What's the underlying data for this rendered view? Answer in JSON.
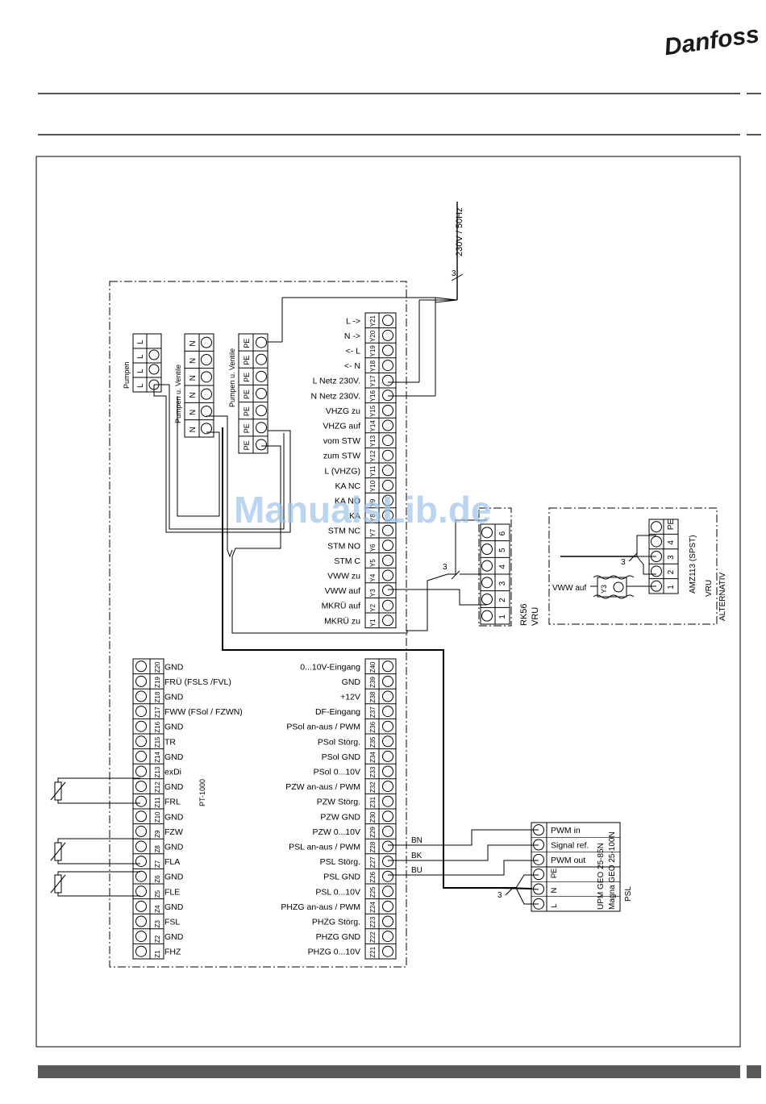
{
  "brand": {
    "logo_text": "Danfoss"
  },
  "watermark": "ManualsLib.de",
  "supply": {
    "voltage": "230V / 50Hz",
    "wire_count": "3"
  },
  "y_labels": [
    "L ->",
    "N ->",
    "<- L",
    "<- N",
    "L Netz 230V.",
    "N Netz 230V.",
    "VHZG zu",
    "VHZG auf",
    "vom STW",
    "zum STW",
    "L (VHZG)",
    "KA NC",
    "KA NO",
    "KA",
    "STM NC",
    "STM NO",
    "STM C",
    "VWW zu",
    "VWW auf",
    "MKRÜ auf",
    "MKRÜ zu"
  ],
  "y_ids": [
    "Y21",
    "Y20",
    "Y19",
    "Y18",
    "Y17",
    "Y16",
    "Y15",
    "Y14",
    "Y13",
    "Y12",
    "Y11",
    "Y10",
    "Y9",
    "Y8",
    "Y7",
    "Y6",
    "Y5",
    "Y4",
    "Y3",
    "Y2",
    "Y1"
  ],
  "z_left_ids": [
    "Z20",
    "Z19",
    "Z18",
    "Z17",
    "Z16",
    "Z15",
    "Z14",
    "Z13",
    "Z12",
    "Z11",
    "Z10",
    "Z9",
    "Z8",
    "Z7",
    "Z6",
    "Z5",
    "Z4",
    "Z3",
    "Z2",
    "Z1"
  ],
  "z_left_labels": [
    "GND",
    "FRÜ (FSLS /FVL)",
    "GND",
    "FWW (FSol / FZWN)",
    "GND",
    "TR",
    "GND",
    "exDi",
    "GND",
    "FRL",
    "GND",
    "FZW",
    "GND",
    "FLA",
    "GND",
    "FLE",
    "GND",
    "FSL",
    "GND",
    "FHZ"
  ],
  "z_right_ids": [
    "Z40",
    "Z39",
    "Z38",
    "Z37",
    "Z36",
    "Z35",
    "Z34",
    "Z33",
    "Z32",
    "Z31",
    "Z30",
    "Z29",
    "Z28",
    "Z27",
    "Z26",
    "Z25",
    "Z24",
    "Z23",
    "Z22",
    "Z21"
  ],
  "z_right_labels": [
    "0...10V-Eingang",
    "GND",
    "+12V",
    "DF-Eingang",
    "PSol an-aus / PWM",
    "PSol Störg.",
    "PSol GND",
    "PSol 0...10V",
    "PZW an-aus / PWM",
    "PZW Störg.",
    "PZW GND",
    "PZW 0...10V",
    "PSL an-aus / PWM",
    "PSL Störg.",
    "PSL GND",
    "PSL 0...10V",
    "PHZG an-aus / PWM",
    "PHZG Störg.",
    "PHZG GND",
    "PHZG 0...10V"
  ],
  "sensor_type": "PT-1000",
  "blocks": {
    "pumpen": {
      "title": "Pumpen",
      "cells": [
        "L",
        "L",
        "L"
      ]
    },
    "pumpen_n": {
      "title": "Pumpen u. Ventile",
      "cells": [
        "N",
        "N",
        "N",
        "N",
        "N",
        "N"
      ]
    },
    "pumpen_pe": {
      "title": "Pumpen u. Ventile",
      "cells": [
        "PE",
        "PE",
        "PE",
        "PE",
        "PE",
        "PE",
        "PE"
      ]
    }
  },
  "rk56": {
    "label": "RK56",
    "sub": "VRU",
    "terminals": [
      "6",
      "5",
      "4",
      "3",
      "2",
      "1"
    ],
    "wire_count": "3"
  },
  "amz": {
    "label": "AMZ113 (SPST)",
    "sub1": "VRU",
    "sub2": "ALTERNATIV",
    "terminals": [
      "PE",
      "4",
      "3",
      "2",
      "1"
    ],
    "plug": "Y3",
    "input_label": "VWW auf",
    "wire_count": "3"
  },
  "psl": {
    "labels": [
      "PWM in",
      "Signal ref.",
      "PWM out"
    ],
    "power": [
      "PE",
      "N",
      "L"
    ],
    "model1": "UPM GEO 25-85N",
    "model2": "Magna GEO 25-100N",
    "name": "PSL",
    "wire_colors": [
      "BN",
      "BK",
      "BU"
    ],
    "wire_count": "3"
  }
}
